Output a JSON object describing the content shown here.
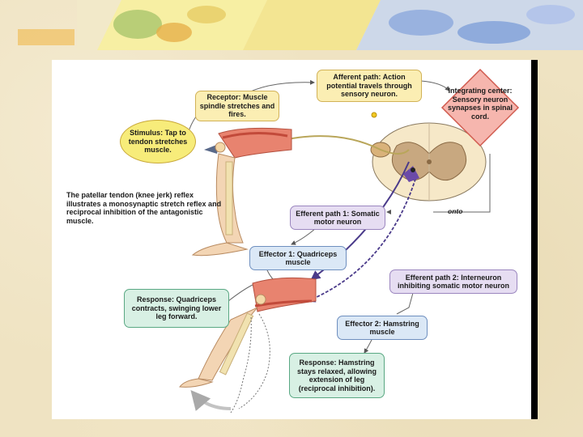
{
  "diagram": {
    "stimulus": "Stimulus: Tap to tendon stretches muscle.",
    "receptor": "Receptor: Muscle spindle stretches and fires.",
    "afferent": "Afferent path: Action potential travels through sensory neuron.",
    "integrating": "Integrating center: Sensory neuron synapses in spinal cord.",
    "caption": "The patellar tendon (knee jerk) reflex illustrates a monosynaptic stretch reflex and reciprocal inhibition of the antagonistic muscle.",
    "efferent1": "Efferent path 1: Somatic motor neuron",
    "effector1": "Effector 1: Quadriceps muscle",
    "efferent2": "Efferent path 2: Interneuron inhibiting somatic motor neuron",
    "response1": "Response: Quadriceps contracts, swinging lower leg forward.",
    "effector2": "Effector 2: Hamstring muscle",
    "response2": "Response: Hamstring stays relaxed, allowing extension of leg (reciprocal inhibition).",
    "onto_label": "onto"
  }
}
